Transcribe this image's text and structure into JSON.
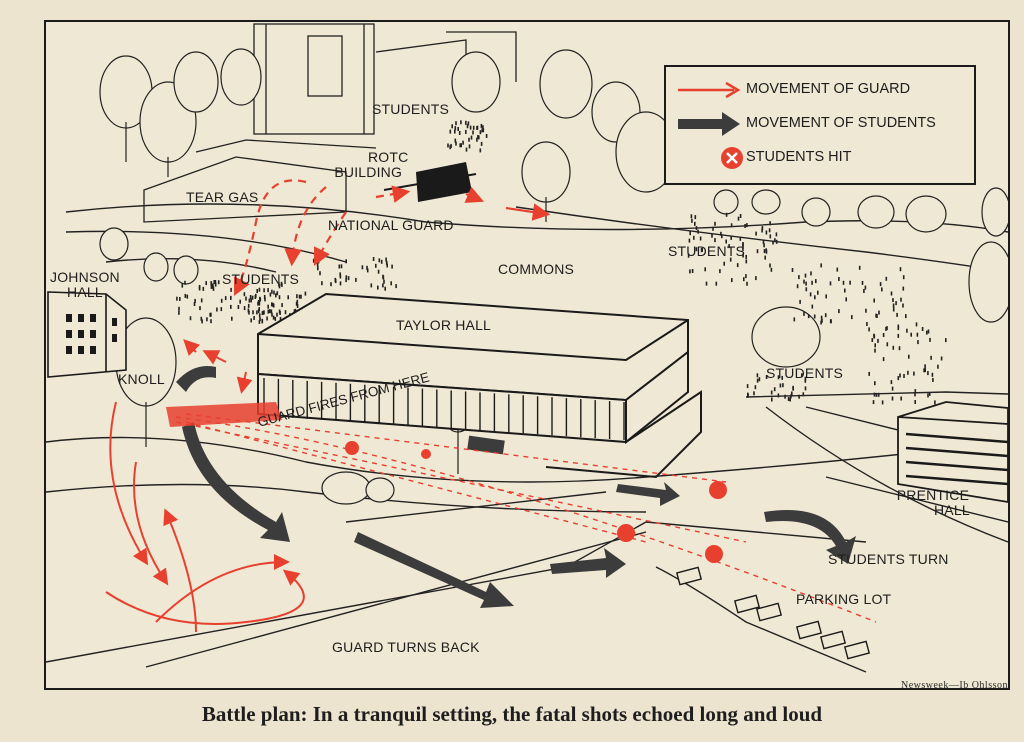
{
  "legend": {
    "guard_label": "MOVEMENT OF GUARD",
    "students_label": "MOVEMENT OF STUDENTS",
    "hit_label": "STUDENTS HIT",
    "guard_color": "#e8402f",
    "students_color": "#3c3c3c",
    "hit_color": "#e8402f"
  },
  "labels": {
    "students_top": "STUDENTS",
    "rotc": "ROTC",
    "building": "BUILDING",
    "tear_gas": "TEAR GAS",
    "national_guard": "NATIONAL GUARD",
    "commons": "COMMONS",
    "students_right": "STUDENTS",
    "johnson": "JOHNSON",
    "hall": "HALL",
    "students_left": "STUDENTS",
    "taylor_hall": "TAYLOR HALL",
    "knoll": "KNOLL",
    "students_mid": "STUDENTS",
    "guard_fires": "GUARD FIRES FROM HERE",
    "prentice": "PRENTICE",
    "prentice_hall": "HALL",
    "students_turn": "STUDENTS TURN",
    "parking_lot": "PARKING LOT",
    "guard_turns_back": "GUARD TURNS BACK"
  },
  "credit": "Newsweek—Ib Ohlsson",
  "caption": "Battle plan: In a tranquil setting, the fatal shots echoed long and loud"
}
